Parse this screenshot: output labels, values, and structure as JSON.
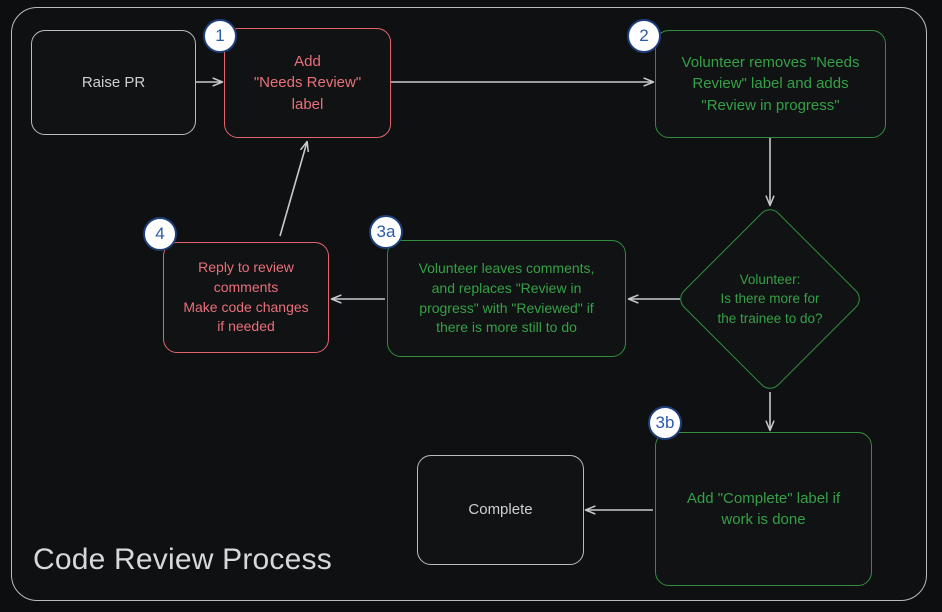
{
  "diagram": {
    "title": "Code Review Process",
    "type": "flowchart",
    "theme": {
      "background": "#0d0e0f",
      "frame_border": "#b8bcc0",
      "neutral": "#ccd0d3",
      "red": "#e8707b",
      "green": "#35a047",
      "badge_fill": "#ffffff",
      "badge_border": "#1f3f7a",
      "badge_text": "#2b5aa8",
      "arrow": "#c6cacd"
    }
  },
  "nodes": {
    "raise_pr": {
      "label": "Raise PR",
      "shape": "rounded-rect",
      "style": "neutral",
      "badge": null
    },
    "add_needs_review": {
      "label": "Add\n\"Needs Review\"\nlabel",
      "shape": "rounded-rect",
      "style": "red",
      "badge": "1"
    },
    "volunteer_removes": {
      "label": "Volunteer removes \"Needs\nReview\" label and adds\n\"Review in progress\"",
      "shape": "rounded-rect",
      "style": "green",
      "badge": "2"
    },
    "decision": {
      "label": "Volunteer:\nIs there more for\nthe trainee to do?",
      "shape": "diamond",
      "style": "green",
      "badge": null
    },
    "volunteer_comments": {
      "label": "Volunteer leaves comments,\nand replaces \"Review in\nprogress\" with \"Reviewed\" if\nthere is more still to do",
      "shape": "rounded-rect",
      "style": "green",
      "badge": "3a"
    },
    "reply_to_review": {
      "label": "Reply to review\ncomments\nMake code changes\nif needed",
      "shape": "rounded-rect",
      "style": "red",
      "badge": "4"
    },
    "add_complete": {
      "label": "Add \"Complete\" label if\nwork is done",
      "shape": "rounded-rect",
      "style": "green",
      "badge": "3b"
    },
    "complete": {
      "label": "Complete",
      "shape": "rounded-rect",
      "style": "neutral",
      "badge": null
    }
  },
  "edges": [
    {
      "from": "raise_pr",
      "to": "add_needs_review",
      "label": ""
    },
    {
      "from": "add_needs_review",
      "to": "volunteer_removes",
      "label": ""
    },
    {
      "from": "volunteer_removes",
      "to": "decision",
      "label": ""
    },
    {
      "from": "decision",
      "to": "volunteer_comments",
      "label": ""
    },
    {
      "from": "decision",
      "to": "add_complete",
      "label": ""
    },
    {
      "from": "volunteer_comments",
      "to": "reply_to_review",
      "label": ""
    },
    {
      "from": "reply_to_review",
      "to": "add_needs_review",
      "label": ""
    },
    {
      "from": "add_complete",
      "to": "complete",
      "label": ""
    }
  ]
}
